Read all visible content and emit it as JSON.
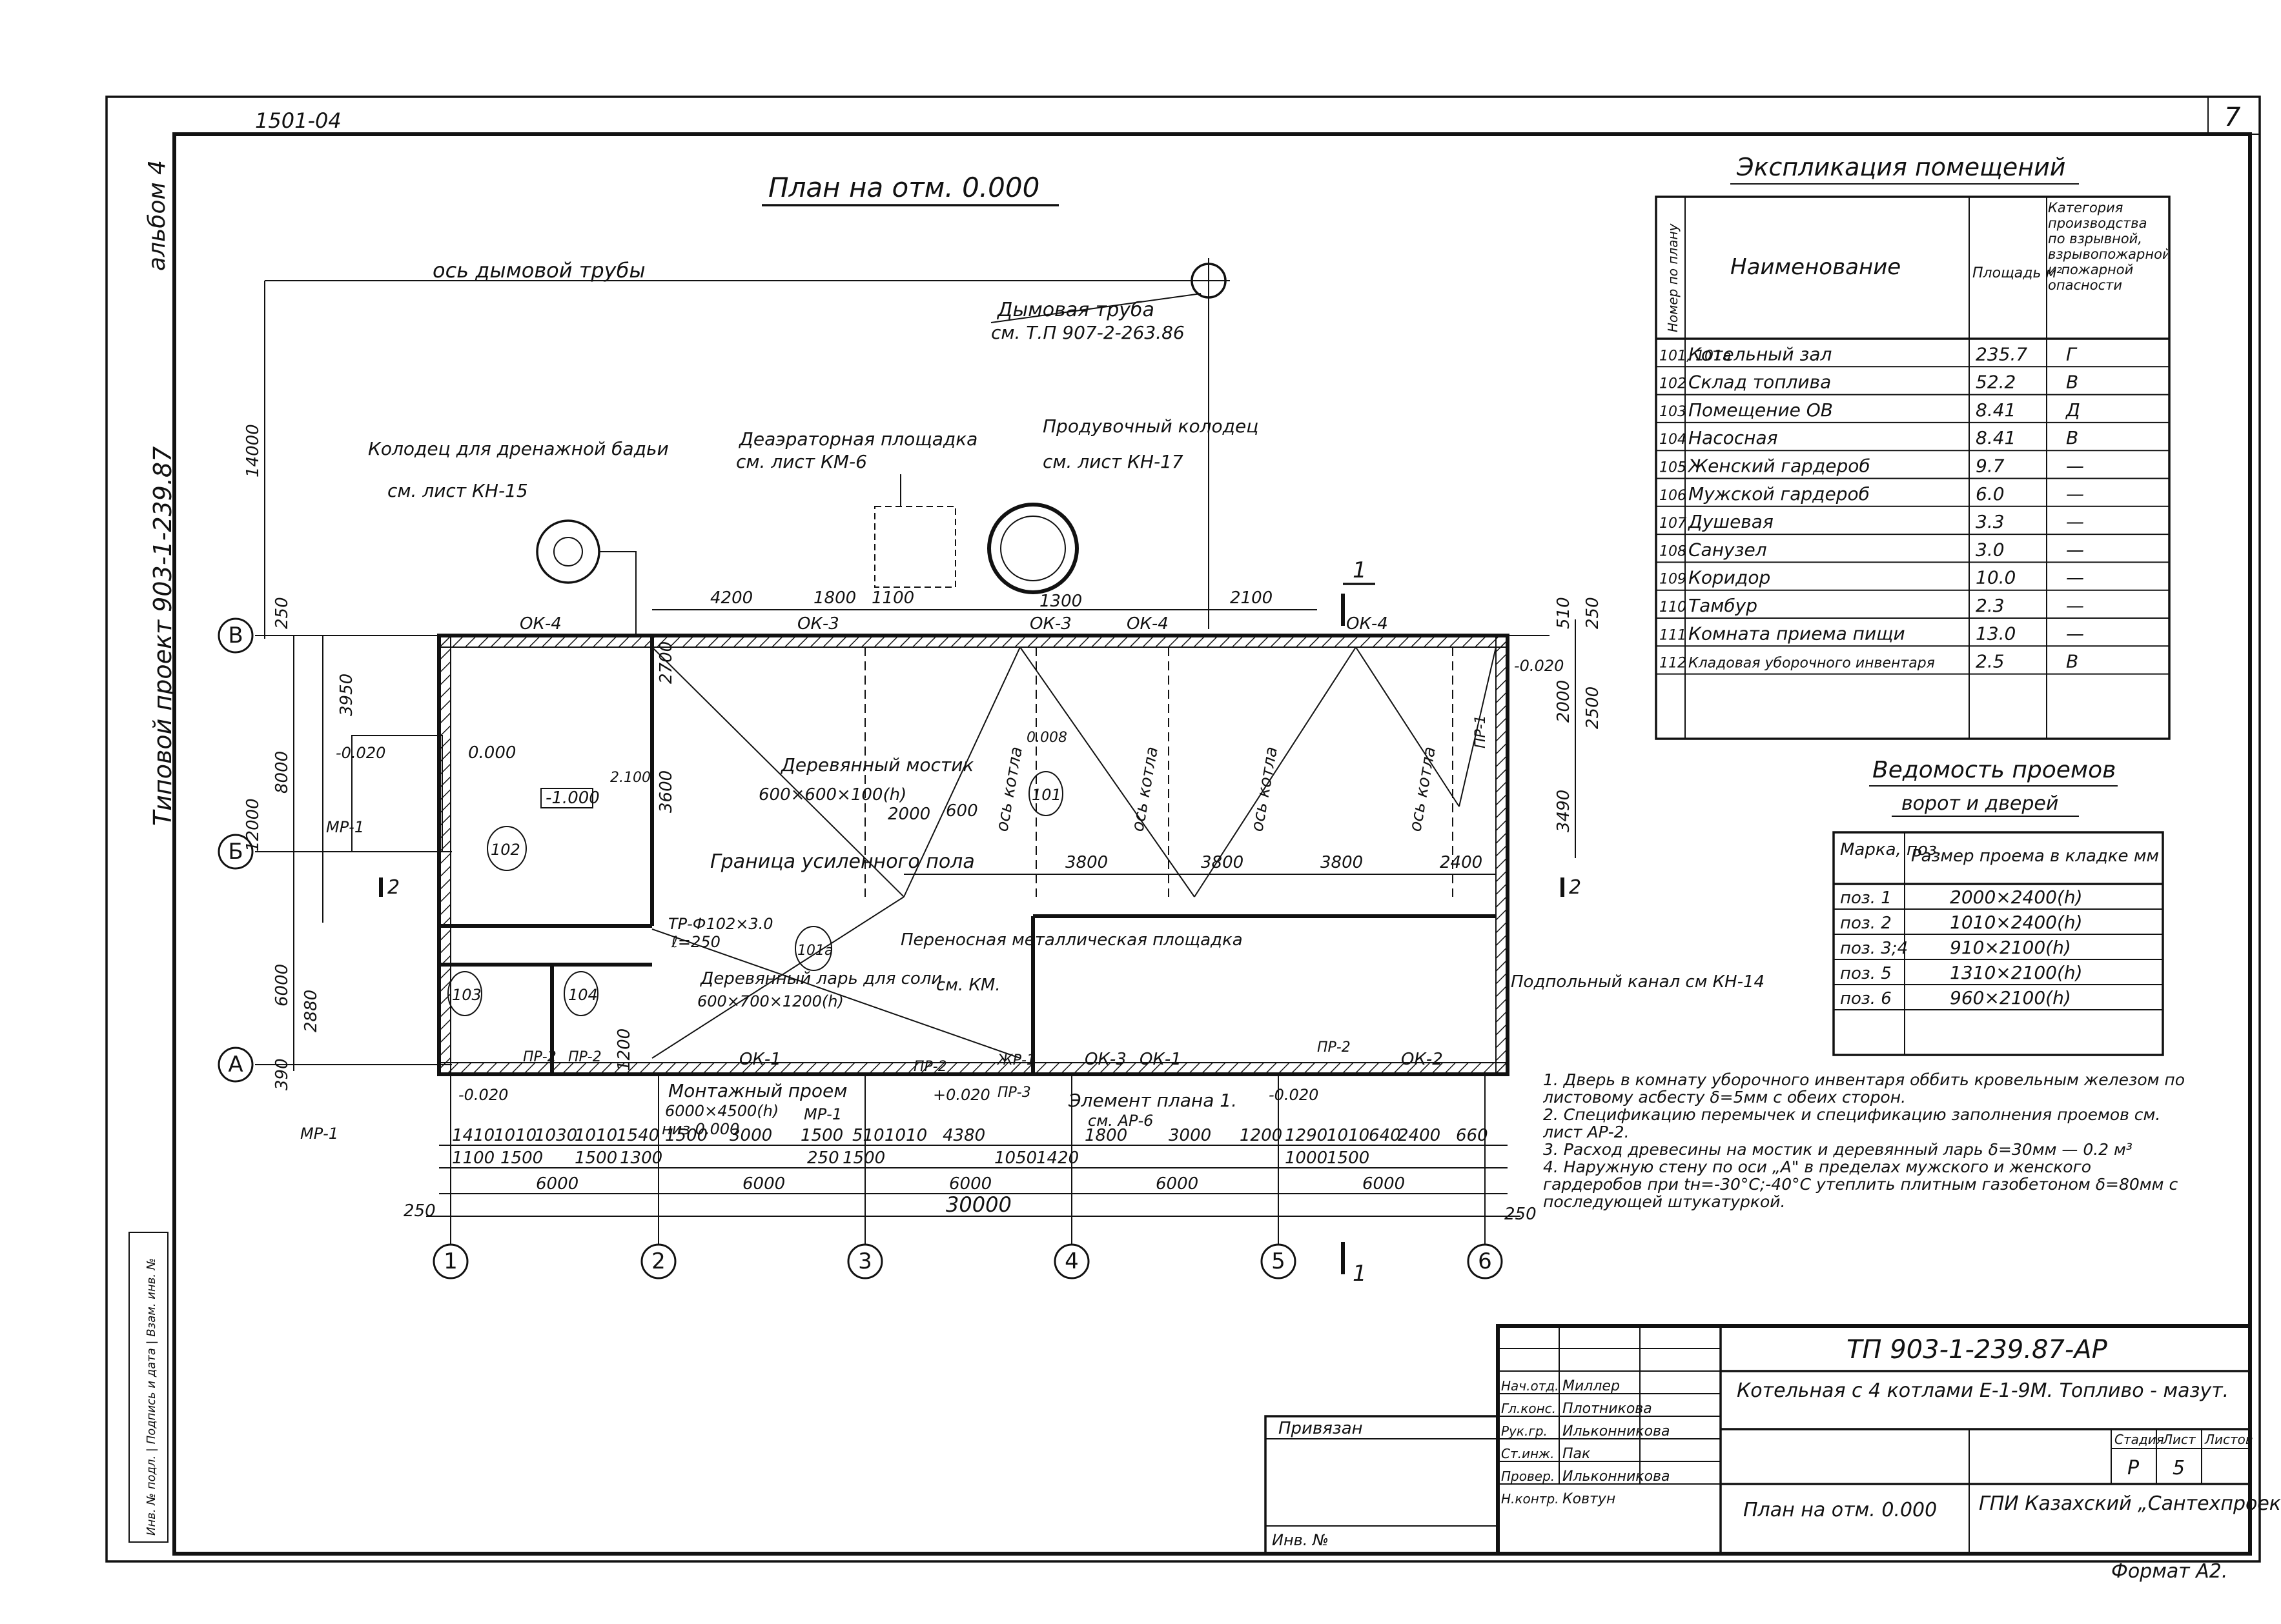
{
  "sheet": {
    "top_code": "1501-04",
    "album": "альбом 4",
    "side_project": "Типовой проект 903-1-239.87",
    "sheet_number": "7",
    "left_stamp": "Инв. № подл. | Подпись и дата | Взам. инв. №"
  },
  "plan": {
    "title": "План на отм. 0.000",
    "chimney_axis_label": "ось дымовой трубы",
    "chimney_label": "Дымовая труба",
    "chimney_ref": "см. Т.П 907-2-263.86",
    "well_drain_label": "Колодец для дренажной бадьи",
    "well_drain_ref": "см. лист КН-15",
    "deaerator_label": "Деаэраторная площадка",
    "deaerator_ref": "см. лист КМ-6",
    "blowdown_label": "Продувочный колодец",
    "blowdown_ref": "см. лист КН-17",
    "bridge_label": "Деревянный мостик",
    "bridge_size": "600×600×100(h)",
    "floor_boundary": "Граница усиленного пола",
    "salt_bin": "Деревянный ларь для соли",
    "salt_bin_size": "600×700×1200(h)",
    "platform": "Переносная металлическая площадка",
    "platform_ref": "см. КМ.",
    "mount_opening": "Монтажный проем",
    "mount_size": "6000×4500(h)",
    "mount_bottom": "низ 0.000",
    "element": "Элемент плана 1.",
    "element_ref": "см. АР-6",
    "underfloor": "Подпольный канал см КН-14",
    "tp_label": "ТР-Ф102×3.0",
    "tp_len": "ℓ=250",
    "boiler_axis": "ось котла",
    "section_mark": "1",
    "section_mark2": "2",
    "levels": [
      "0.000",
      "-1.000",
      "-0.020",
      "+0.020",
      "2.100",
      "0.008"
    ],
    "rooms": [
      "101",
      "101а",
      "102",
      "103",
      "104"
    ],
    "openings": [
      "ОК-1",
      "ОК-2",
      "ОК-3",
      "ОК-4",
      "ПР-1",
      "ПР-2",
      "ПР-3",
      "МР-1",
      "ЖР-1"
    ],
    "axes_letters": [
      "В",
      "Б",
      "А"
    ],
    "axes_numbers": [
      "1",
      "2",
      "3",
      "4",
      "5",
      "6"
    ],
    "dims_top": [
      "4200",
      "1800",
      "1100",
      "1300",
      "2100"
    ],
    "dims_bays": [
      "6000",
      "6000",
      "6000",
      "6000",
      "6000"
    ],
    "dim_total": "30000",
    "dim_250": "250",
    "dims_row1": [
      "1410",
      "1010",
      "1030",
      "1010",
      "1540",
      "1500",
      "3000",
      "1500",
      "510",
      "1010",
      "4380",
      "1800",
      "3000",
      "1200",
      "1290",
      "1010",
      "640",
      "2400",
      "660"
    ],
    "dims_row2": [
      "1100",
      "1500",
      "1500",
      "1300",
      "250",
      "1500",
      "1050",
      "1420",
      "1000",
      "1500"
    ],
    "dims_inner": [
      "3800",
      "3800",
      "3800",
      "2400",
      "2000",
      "600"
    ],
    "dims_left": [
      "14000",
      "12000",
      "8000",
      "6000",
      "3950",
      "3600",
      "2880",
      "2700",
      "1200",
      "390",
      "250"
    ],
    "dims_right": [
      "510",
      "250",
      "2000",
      "2500",
      "3490"
    ]
  },
  "rooms_table": {
    "title": "Экспликация помещений",
    "headers": [
      "Номер по плану",
      "Наименование",
      "Площадь м²",
      "Категория производства по взрывной, взрывопожарной и пожарной опасности"
    ],
    "rows": [
      [
        "101, 101а",
        "Котельный зал",
        "235.7",
        "Г"
      ],
      [
        "102",
        "Склад топлива",
        "52.2",
        "В"
      ],
      [
        "103",
        "Помещение ОВ",
        "8.41",
        "Д"
      ],
      [
        "104",
        "Насосная",
        "8.41",
        "В"
      ],
      [
        "105",
        "Женский гардероб",
        "9.7",
        "—"
      ],
      [
        "106",
        "Мужской гардероб",
        "6.0",
        "—"
      ],
      [
        "107",
        "Душевая",
        "3.3",
        "—"
      ],
      [
        "108",
        "Санузел",
        "3.0",
        "—"
      ],
      [
        "109",
        "Коридор",
        "10.0",
        "—"
      ],
      [
        "110",
        "Тамбур",
        "2.3",
        "—"
      ],
      [
        "111",
        "Комната приема пищи",
        "13.0",
        "—"
      ],
      [
        "112",
        "Кладовая уборочного инвентаря",
        "2.5",
        "В"
      ]
    ]
  },
  "openings_table": {
    "title": "Ведомость проемов",
    "subtitle": "ворот и дверей",
    "headers": [
      "Марка, поз.",
      "Размер проема в кладке мм"
    ],
    "rows": [
      [
        "поз. 1",
        "2000×2400(h)"
      ],
      [
        "поз. 2",
        "1010×2400(h)"
      ],
      [
        "поз. 3;4",
        "910×2100(h)"
      ],
      [
        "поз. 5",
        "1310×2100(h)"
      ],
      [
        "поз. 6",
        "960×2100(h)"
      ]
    ]
  },
  "notes": [
    "1. Дверь в комнату уборочного инвентаря оббить кровельным железом по листовому асбесту δ=5мм с обеих сторон.",
    "2. Спецификацию перемычек и спецификацию заполнения проемов см. лист АР-2.",
    "3. Расход древесины на мостик и деревянный ларь δ=30мм — 0.2 м³",
    "4. Наружную стену по оси „А\" в пределах мужского и женского гардеробов при tн=-30°С;-40°С утеплить плитным газобетоном δ=80мм с последующей штукатуркой."
  ],
  "title_block": {
    "code": "ТП 903-1-239.87-АР",
    "object": "Котельная с 4 котлами Е-1-9М. Топливо - мазут.",
    "sheet_title": "План на отм. 0.000",
    "org": "ГПИ Казахский „Сантехпроект\"",
    "stage_h": "Стадия",
    "sheet_h": "Лист",
    "sheets_h": "Листов",
    "stage": "Р",
    "sheet": "5",
    "sheets": "",
    "tied": "Привязан",
    "inv": "Инв. №",
    "format": "Формат А2.",
    "roles": [
      [
        "Нач.отд.",
        "Миллер"
      ],
      [
        "Гл.конс.",
        "Плотникова"
      ],
      [
        "Рук.гр.",
        "Ильконникова"
      ],
      [
        "Ст.инж.",
        "Пак"
      ],
      [
        "Провер.",
        "Ильконникова"
      ],
      [
        "Н.контр.",
        "Ковтун"
      ]
    ]
  }
}
